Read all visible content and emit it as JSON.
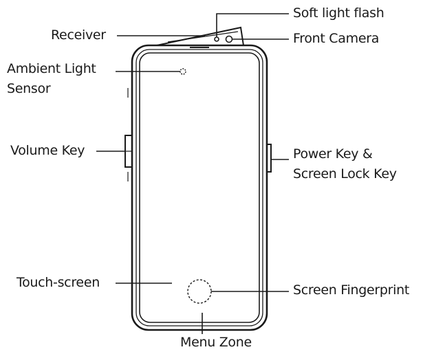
{
  "diagram": {
    "labels": {
      "soft_light_flash": "Soft light flash",
      "receiver": "Receiver",
      "front_camera": "Front Camera",
      "ambient_light_sensor_line1": "Ambient Light",
      "ambient_light_sensor_line2": "Sensor",
      "volume_key": "Volume Key",
      "power_key_line1": "Power Key &",
      "power_key_line2": "Screen Lock Key",
      "touch_screen": "Touch-screen",
      "screen_fingerprint": "Screen Fingerprint",
      "menu_zone": "Menu Zone"
    },
    "colors": {
      "stroke": "#1a1a1a",
      "background": "#ffffff"
    }
  }
}
